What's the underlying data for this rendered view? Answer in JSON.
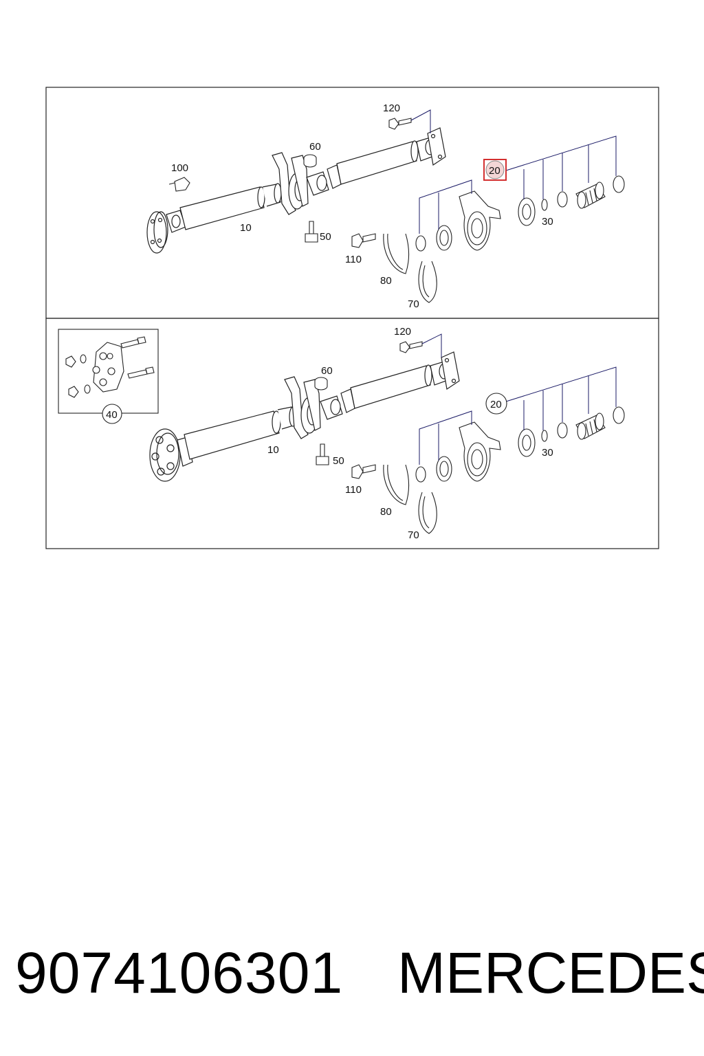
{
  "top_panel": {
    "labels": {
      "p120": "120",
      "p60": "60",
      "p100": "100",
      "p10": "10",
      "p50": "50",
      "p110": "110",
      "p80": "80",
      "p70": "70",
      "p20": "20",
      "p30": "30"
    },
    "highlighted_part": "20",
    "highlight_color": "#d32f2f"
  },
  "bottom_panel": {
    "labels": {
      "p120": "120",
      "p60": "60",
      "p10": "10",
      "p50": "50",
      "p110": "110",
      "p80": "80",
      "p70": "70",
      "p20": "20",
      "p30": "30",
      "p40": "40"
    }
  },
  "footer": {
    "part_number": "9074106301",
    "brand": "MERCEDES"
  }
}
